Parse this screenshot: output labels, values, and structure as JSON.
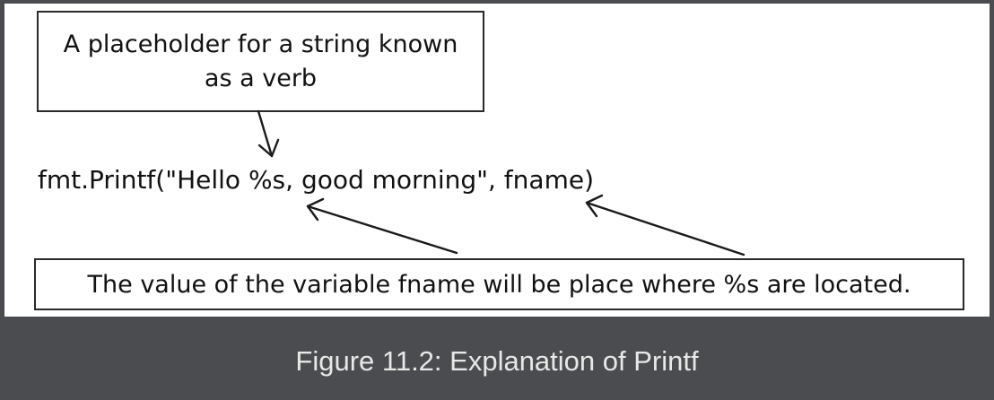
{
  "diagram": {
    "top_box_text": "A placeholder for a string known as a verb",
    "code_line": "fmt.Printf(\"Hello %s, good morning\", fname)",
    "bottom_box_text": "The value of the variable fname will be place where %s are located."
  },
  "caption": "Figure 11.2: Explanation of Printf",
  "colors": {
    "background": "#4a4c4f",
    "panel": "#ffffff",
    "ink": "#111111",
    "caption": "#e8e8e8"
  }
}
